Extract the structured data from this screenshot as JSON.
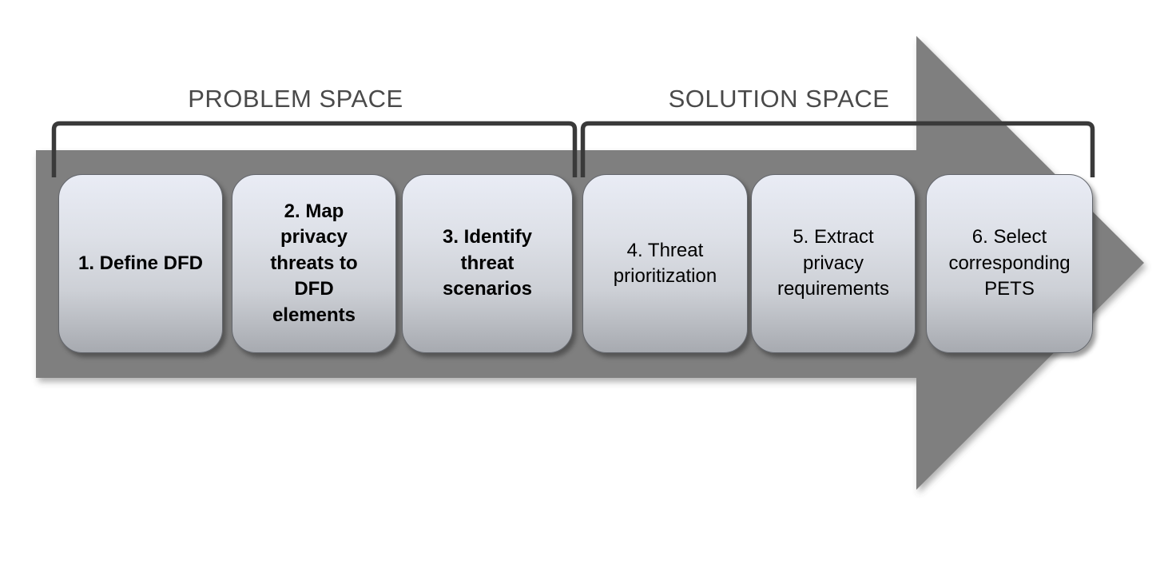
{
  "diagram": {
    "type": "process-flow-arrow",
    "section_labels": {
      "problem": "PROBLEM SPACE",
      "solution": "SOLUTION SPACE"
    },
    "steps": [
      {
        "label": "1. Define DFD",
        "emphasis": "bold",
        "section": "PROBLEM SPACE"
      },
      {
        "label": "2. Map\nprivacy\nthreats to\nDFD\nelements",
        "emphasis": "bold",
        "section": "PROBLEM SPACE"
      },
      {
        "label": "3. Identify\nthreat\nscenarios",
        "emphasis": "bold",
        "section": "PROBLEM SPACE"
      },
      {
        "label": "4. Threat\nprioritization",
        "emphasis": "normal",
        "section": "SOLUTION SPACE"
      },
      {
        "label": "5. Extract\nprivacy\nrequirements",
        "emphasis": "normal",
        "section": "SOLUTION SPACE"
      },
      {
        "label": "6. Select\ncorresponding\nPETS",
        "emphasis": "normal",
        "section": "SOLUTION SPACE"
      }
    ],
    "colors": {
      "arrow_gray": "#7f7f7f",
      "bracket_stroke": "#3a3a3a",
      "section_label_text": "#4a4a4a",
      "box_border": "#63666c",
      "box_gradient_top": "#e9ecf5",
      "box_gradient_bottom": "#a7aab0",
      "step_text": "#000000",
      "background": "#ffffff"
    }
  }
}
